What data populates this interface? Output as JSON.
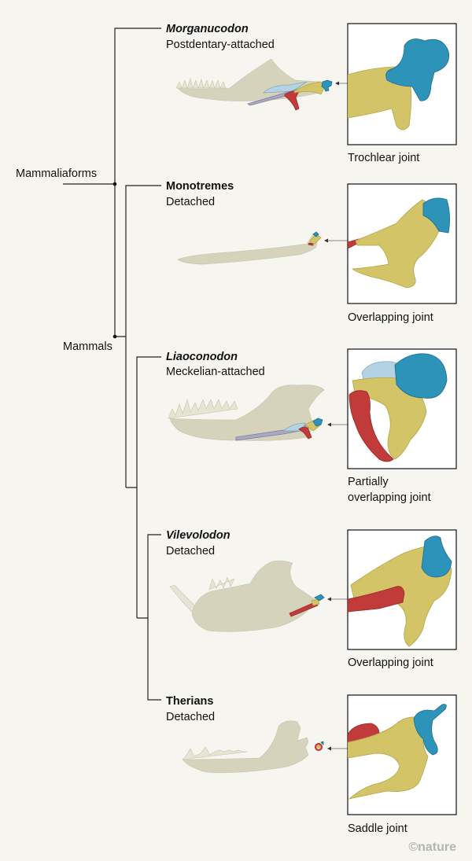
{
  "tree": {
    "mammaliaforms": "Mammaliaforms",
    "mammals": "Mammals"
  },
  "taxa": [
    {
      "name": "Morganucodon",
      "attachment": "Postdentary-attached",
      "joint": [
        "Trochlear joint"
      ]
    },
    {
      "name": "Monotremes",
      "attachment": "Detached",
      "joint": [
        "Overlapping joint"
      ]
    },
    {
      "name": "Liaoconodon",
      "attachment": "Meckelian-attached",
      "joint": [
        "Partially",
        "overlapping joint"
      ]
    },
    {
      "name": "Vilevolodon",
      "attachment": "Detached",
      "joint": [
        "Overlapping joint"
      ]
    },
    {
      "name": "Therians",
      "attachment": "Detached",
      "joint": [
        "Saddle joint"
      ]
    }
  ],
  "credit": "©nature",
  "colors": {
    "dentary": "#d6d3bd",
    "incus": "#d4c468",
    "malleus_stapes": "#2e93b8",
    "ectotympanic": "#c23b3b",
    "background": "#f6f5ef"
  }
}
